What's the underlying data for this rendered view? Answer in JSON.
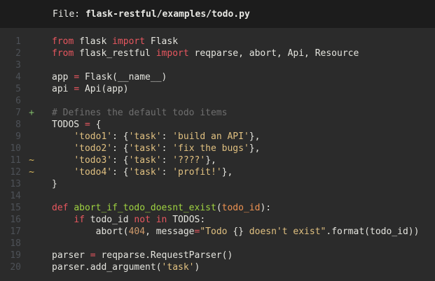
{
  "header": {
    "label": "File: ",
    "path": "flask-restful/examples/todo.py"
  },
  "colors": {
    "background": "#2b2b2b",
    "header_background": "#1c1c1c",
    "plain_text": "#e4e4de",
    "keyword": "#e8575f",
    "string": "#e0c080",
    "comment": "#6f6f6f",
    "function_name": "#9fd341",
    "parameter": "#ef9352",
    "number": "#cf9a6b",
    "line_number": "#4d5157",
    "marker_added": "#7fb969",
    "marker_modified": "#d9b85c"
  },
  "code": {
    "lines": [
      {
        "n": "1",
        "m": "",
        "toks": [
          [
            "k",
            "from"
          ],
          [
            "w",
            " flask "
          ],
          [
            "k",
            "import"
          ],
          [
            "w",
            " Flask"
          ]
        ]
      },
      {
        "n": "2",
        "m": "",
        "toks": [
          [
            "k",
            "from"
          ],
          [
            "w",
            " flask_restful "
          ],
          [
            "k",
            "import"
          ],
          [
            "w",
            " reqparse, abort, Api, Resource"
          ]
        ]
      },
      {
        "n": "3",
        "m": "",
        "toks": []
      },
      {
        "n": "4",
        "m": "",
        "toks": [
          [
            "w",
            "app "
          ],
          [
            "k",
            "="
          ],
          [
            "w",
            " Flask(__name__)"
          ]
        ]
      },
      {
        "n": "5",
        "m": "",
        "toks": [
          [
            "w",
            "api "
          ],
          [
            "k",
            "="
          ],
          [
            "w",
            " Api(app)"
          ]
        ]
      },
      {
        "n": "6",
        "m": "",
        "toks": []
      },
      {
        "n": "7",
        "m": "+",
        "toks": [
          [
            "c",
            "# Defines the default todo items"
          ]
        ]
      },
      {
        "n": "8",
        "m": "",
        "toks": [
          [
            "w",
            "TODOS "
          ],
          [
            "k",
            "="
          ],
          [
            "w",
            " {"
          ]
        ]
      },
      {
        "n": "9",
        "m": "",
        "toks": [
          [
            "w",
            "    "
          ],
          [
            "s",
            "'todo1'"
          ],
          [
            "w",
            ": {"
          ],
          [
            "s",
            "'task'"
          ],
          [
            "w",
            ": "
          ],
          [
            "s",
            "'build an API'"
          ],
          [
            "w",
            "},"
          ]
        ]
      },
      {
        "n": "10",
        "m": "",
        "toks": [
          [
            "w",
            "    "
          ],
          [
            "s",
            "'todo2'"
          ],
          [
            "w",
            ": {"
          ],
          [
            "s",
            "'task'"
          ],
          [
            "w",
            ": "
          ],
          [
            "s",
            "'fix the bugs'"
          ],
          [
            "w",
            "},"
          ]
        ]
      },
      {
        "n": "11",
        "m": "~",
        "toks": [
          [
            "w",
            "    "
          ],
          [
            "s",
            "'todo3'"
          ],
          [
            "w",
            ": {"
          ],
          [
            "s",
            "'task'"
          ],
          [
            "w",
            ": "
          ],
          [
            "s",
            "'????'"
          ],
          [
            "w",
            "},"
          ]
        ]
      },
      {
        "n": "12",
        "m": "~",
        "toks": [
          [
            "w",
            "    "
          ],
          [
            "s",
            "'todo4'"
          ],
          [
            "w",
            ": {"
          ],
          [
            "s",
            "'task'"
          ],
          [
            "w",
            ": "
          ],
          [
            "s",
            "'profit!'"
          ],
          [
            "w",
            "},"
          ]
        ]
      },
      {
        "n": "13",
        "m": "",
        "toks": [
          [
            "w",
            "}"
          ]
        ]
      },
      {
        "n": "14",
        "m": "",
        "toks": []
      },
      {
        "n": "15",
        "m": "",
        "toks": [
          [
            "k",
            "def"
          ],
          [
            "w",
            " "
          ],
          [
            "f",
            "abort_if_todo_doesnt_exist"
          ],
          [
            "w",
            "("
          ],
          [
            "a",
            "todo_id"
          ],
          [
            "w",
            "):"
          ]
        ]
      },
      {
        "n": "16",
        "m": "",
        "toks": [
          [
            "w",
            "    "
          ],
          [
            "k",
            "if"
          ],
          [
            "w",
            " todo_id "
          ],
          [
            "k",
            "not in"
          ],
          [
            "w",
            " TODOS:"
          ]
        ]
      },
      {
        "n": "17",
        "m": "",
        "toks": [
          [
            "w",
            "        abort("
          ],
          [
            "n",
            "404"
          ],
          [
            "w",
            ", message"
          ],
          [
            "k",
            "="
          ],
          [
            "s",
            "\"Todo "
          ],
          [
            "w",
            "{}"
          ],
          [
            "s",
            " doesn't exist\""
          ],
          [
            "w",
            ".format(todo_id))"
          ]
        ]
      },
      {
        "n": "18",
        "m": "",
        "toks": []
      },
      {
        "n": "19",
        "m": "",
        "toks": [
          [
            "w",
            "parser "
          ],
          [
            "k",
            "="
          ],
          [
            "w",
            " reqparse.RequestParser()"
          ]
        ]
      },
      {
        "n": "20",
        "m": "",
        "toks": [
          [
            "w",
            "parser.add_argument("
          ],
          [
            "s",
            "'task'"
          ],
          [
            "w",
            ")"
          ]
        ]
      }
    ]
  }
}
